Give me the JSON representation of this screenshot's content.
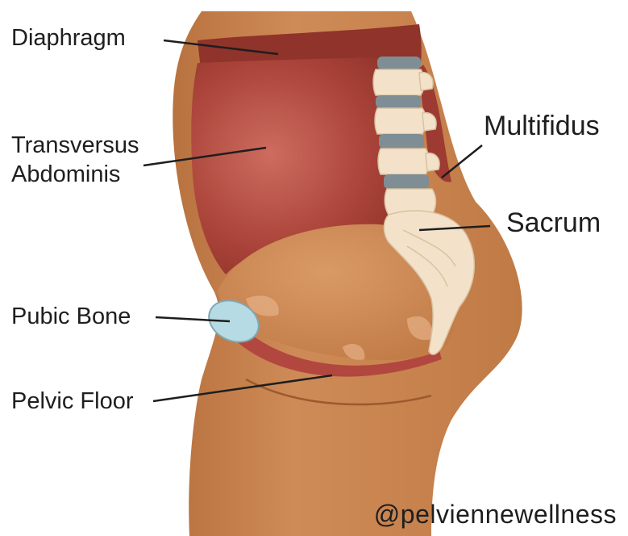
{
  "labels": {
    "diaphragm": "Diaphragm",
    "transversus_line1": "Transversus",
    "transversus_line2": "Abdominis",
    "multifidus": "Multifidus",
    "sacrum": "Sacrum",
    "pubic_bone": "Pubic Bone",
    "pelvic_floor": "Pelvic Floor"
  },
  "watermark": "@pelviennewellness",
  "colors": {
    "skin": "#c98552",
    "muscle": "#a83e34",
    "bone": "#f3e2c9",
    "disc": "#7f8d94",
    "pubic_bone": "#b7dbe4",
    "pelvic_floor": "#b2473f"
  }
}
